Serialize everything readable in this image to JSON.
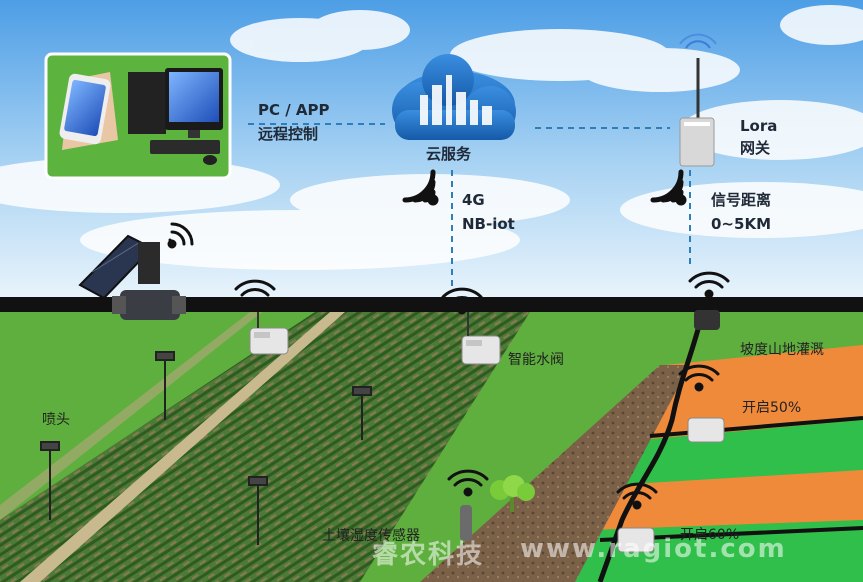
{
  "control": {
    "line1": "PC / APP",
    "line2": "远程控制"
  },
  "cloud": {
    "label": "云服务"
  },
  "network": {
    "line1": "4G",
    "line2": "NB-iot"
  },
  "gateway": {
    "line1": "Lora",
    "line2": "网关"
  },
  "range": {
    "line1": "信号距离",
    "line2": "0~5KM"
  },
  "labels": {
    "valve": "智能水阀",
    "sprinkler": "喷头",
    "sensor": "土壤湿度传感器",
    "slope": "坡度山地灌溉",
    "open_top": "开启50%",
    "open_bottom": "开启60%"
  },
  "watermark": {
    "cn": "睿农科技",
    "url": "www.ragiot.com"
  },
  "colors": {
    "sky_top": "#5aa6e8",
    "grass": "#5faf3e",
    "pipe": "#111111",
    "cloud": "#1e6fc0",
    "orange": "#f08a3b",
    "green": "#2fbf4a",
    "link": "#2c7fb8"
  }
}
